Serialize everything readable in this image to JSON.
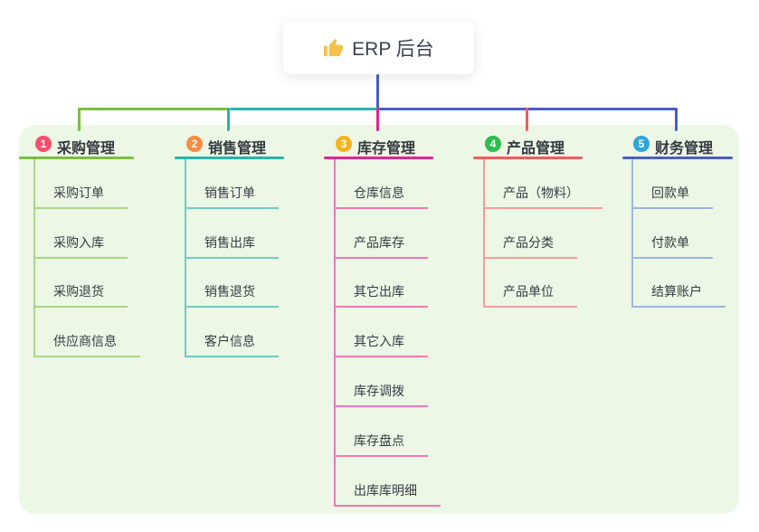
{
  "root": {
    "title": "ERP 后台",
    "icon": "thumbs-up-icon"
  },
  "colors": {
    "canvas_bg": "#FFFFFF",
    "panel_bg": "#ECF7E6",
    "root_stem": "#4A5EC5",
    "root_text": "#3A4252",
    "title_text": "#33383E",
    "child_text": "#363B41"
  },
  "branches": [
    {
      "number": "1",
      "title": "采购管理",
      "badge_color": "#F4506C",
      "line_color": "#7CBE41",
      "child_line_color": "#A9D585",
      "children": [
        "采购订单",
        "采购入库",
        "采购退货",
        "供应商信息"
      ]
    },
    {
      "number": "2",
      "title": "销售管理",
      "badge_color": "#F68C3F",
      "line_color": "#27B4AA",
      "child_line_color": "#6FCCC3",
      "children": [
        "销售订单",
        "销售出库",
        "销售退货",
        "客户信息"
      ]
    },
    {
      "number": "3",
      "title": "库存管理",
      "badge_color": "#F5B31F",
      "line_color": "#E3268F",
      "child_line_color": "#F276B4",
      "children": [
        "仓库信息",
        "产品库存",
        "其它出库",
        "其它入库",
        "库存调拨",
        "库存盘点",
        "出库库明细"
      ]
    },
    {
      "number": "4",
      "title": "产品管理",
      "badge_color": "#2EBD4E",
      "line_color": "#F25B5B",
      "child_line_color": "#F59C99",
      "children": [
        "产品（物料）",
        "产品分类",
        "产品单位"
      ]
    },
    {
      "number": "5",
      "title": "财务管理",
      "badge_color": "#2FA6DE",
      "line_color": "#4A5EC5",
      "child_line_color": "#9DB4DF",
      "children": [
        "回款单",
        "付款单",
        "结算账户"
      ]
    }
  ]
}
